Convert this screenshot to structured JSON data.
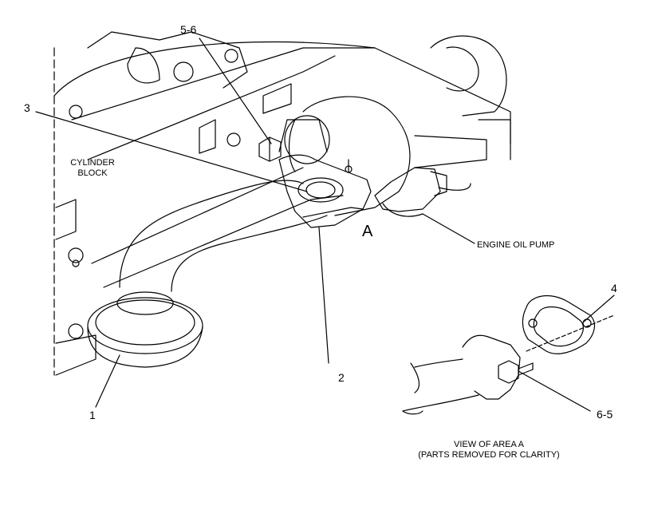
{
  "callouts": {
    "c56": "5-6",
    "c3": "3",
    "c1": "1",
    "c2": "2",
    "c4": "4",
    "c65": "6-5"
  },
  "labels": {
    "cylinder_block_line1": "CYLINDER",
    "cylinder_block_line2": "BLOCK",
    "engine_oil_pump": "ENGINE OIL PUMP",
    "area_marker": "A",
    "view_caption_line1": "VIEW OF AREA A",
    "view_caption_line2": "(PARTS REMOVED FOR CLARITY)"
  },
  "colors": {
    "ink": "#000000",
    "paper": "#ffffff"
  }
}
